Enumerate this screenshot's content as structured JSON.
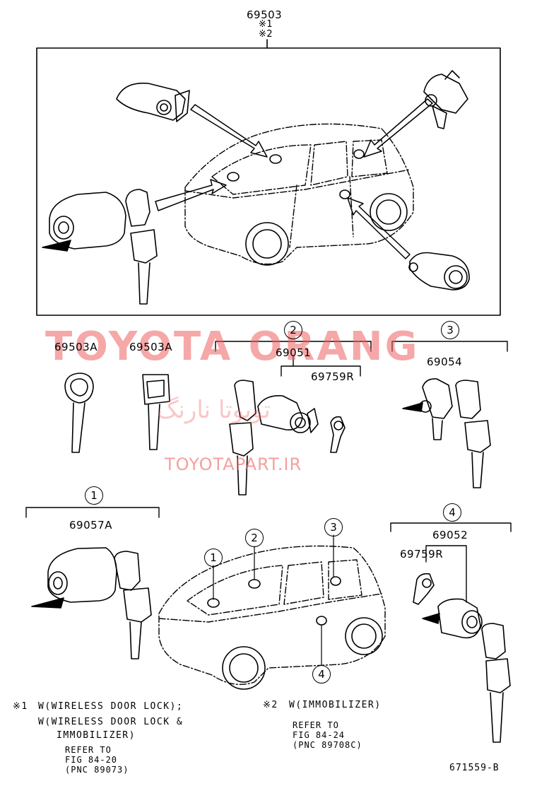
{
  "top_assembly": {
    "part_no": "69503",
    "note1": "※1",
    "note2": "※2"
  },
  "watermark": {
    "brand": "TOYOTA ORANG",
    "persian": "تویوتا نارنگ",
    "site": "TOYOTAPART.IR"
  },
  "groups": {
    "g2": {
      "circle": "2",
      "part_no": "69051",
      "sub_part_no": "69759R"
    },
    "g3": {
      "circle": "3",
      "part_no": "69054"
    },
    "g1": {
      "circle": "1",
      "part_no": "69057A"
    },
    "g4": {
      "circle": "4",
      "part_no": "69052",
      "sub_part_no": "69759R"
    }
  },
  "keys": {
    "key_a": "69503A",
    "key_b": "69503A"
  },
  "car_markers": [
    "1",
    "2",
    "3",
    "4"
  ],
  "notes": {
    "n1_mark": "※1",
    "n1_line1": "W(WIRELESS DOOR LOCK);",
    "n1_line2": "W(WIRELESS DOOR LOCK &",
    "n1_line3": "IMMOBILIZER)",
    "n1_ref1": "REFER TO",
    "n1_ref2": "FIG 84-20",
    "n1_ref3": "(PNC 89073)",
    "n2_mark": "※2",
    "n2_line1": "W(IMMOBILIZER)",
    "n2_ref1": "REFER TO",
    "n2_ref2": "FIG 84-24",
    "n2_ref3": "(PNC 89708C)"
  },
  "diagram_id": "671559-B"
}
